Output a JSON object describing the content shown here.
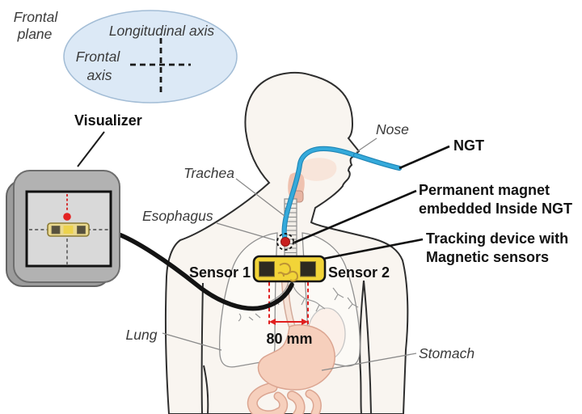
{
  "labels": {
    "frontal_plane_line1": "Frontal",
    "frontal_plane_line2": "plane",
    "longitudinal_axis": "Longitudinal axis",
    "frontal_axis_line1": "Frontal",
    "frontal_axis_line2": "axis",
    "visualizer": "Visualizer",
    "trachea": "Trachea",
    "esophagus": "Esophagus",
    "nose": "Nose",
    "ngt": "NGT",
    "magnet_line1": "Permanent magnet",
    "magnet_line2": "embedded Inside NGT",
    "tracking_line1": "Tracking device with",
    "tracking_line2": "Magnetic sensors",
    "sensor1": "Sensor 1",
    "sensor2": "Sensor 2",
    "distance": "80 mm",
    "lung": "Lung",
    "stomach": "Stomach"
  },
  "colors": {
    "axes_ellipse_fill": "#dce9f6",
    "axes_ellipse_stroke": "#a3bdd6",
    "ngt_tube": "#35aadb",
    "magnet": "#c81f1f",
    "measurement_red": "#e01f1f",
    "sensor_bar_fill": "#f2d438",
    "sensor_square": "#2e2a20",
    "stomach_fill": "#f6cfbc",
    "body_fill": "#f9f5f0",
    "device_body": "#b2b2b2",
    "device_screen": "#d9d9d9",
    "cable": "#131313"
  }
}
